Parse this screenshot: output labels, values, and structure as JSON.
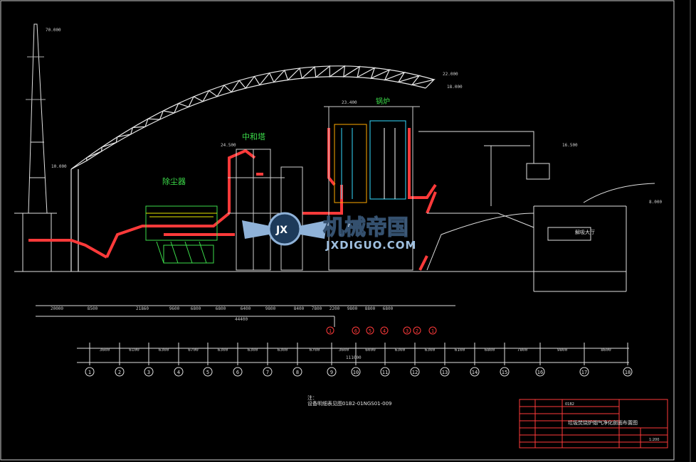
{
  "drawing": {
    "equipment_labels": {
      "dust_collector": "除尘器",
      "neutralization_tower": "中和塔",
      "boiler": "锅炉",
      "workshop": "解吸大厅"
    },
    "watermark": {
      "brand": "机械帝国",
      "url": "JXDIGUO.COM",
      "logo_letters": "JX"
    },
    "elevations": {
      "chimney_top": "70.000",
      "roof_peak": "22.000",
      "roof_right": "18.000",
      "boiler_top": "23.400",
      "tower_top": "24.500",
      "rail": "16.500",
      "left_low": "10.000",
      "right_low": "8.000"
    },
    "grid_axes": [
      "1",
      "2",
      "3",
      "4",
      "5",
      "6",
      "7",
      "8",
      "9",
      "10",
      "11",
      "12",
      "13",
      "14",
      "15",
      "16",
      "17",
      "18"
    ],
    "red_markers": [
      "1",
      "6",
      "5",
      "4",
      "3",
      "2",
      "1"
    ],
    "spans_top": [
      "20000",
      "8500",
      "21860",
      "9600",
      "6800",
      "6800",
      "6400",
      "9800",
      "8400",
      "7800",
      "2200",
      "9800",
      "8800",
      "6800"
    ],
    "spans_bottom": [
      "3600",
      "6100",
      "6300",
      "6700",
      "6300",
      "6300",
      "6300",
      "6700",
      "3600",
      "6000",
      "6300",
      "6300",
      "6100",
      "6800",
      "7800",
      "9800",
      "8600"
    ],
    "total_top": "44400",
    "total_bottom": "111000",
    "note": {
      "title": "注：",
      "text": "设备明细表见图01B2-01NGS01-009"
    },
    "title_block": {
      "drawing_name": "垃圾焚烧炉烟气净化剖面布置图",
      "code": "01B2",
      "sheet": "1:200"
    }
  }
}
